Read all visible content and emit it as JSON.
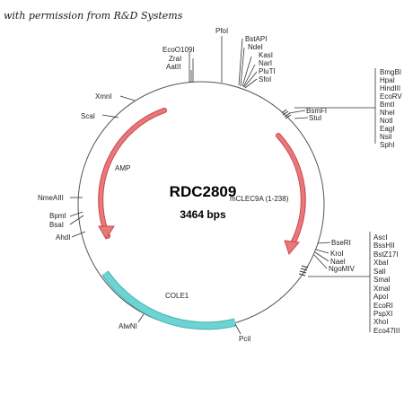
{
  "credit": "with permission from R&D Systems",
  "plasmid": {
    "name": "RDC2809",
    "size": "3464 bps"
  },
  "features": {
    "amp": "AMP",
    "insert": "mCLEC9A (1-238)",
    "ori": "COLE1"
  },
  "colors": {
    "arrow": "#e8787a",
    "arrow_stroke": "#c9474b",
    "ori": "#6ed3d2",
    "backbone": "#555555"
  },
  "sites": {
    "pfoi": "PfoI",
    "ecoo109i": "EcoO109I",
    "zrai": "ZraI",
    "aatii": "AatII",
    "bstapi": "BstAPI",
    "ndei": "NdeI",
    "kasi": "KasI",
    "nari": "NarI",
    "pluti": "PluTI",
    "sfoi": "SfoI",
    "xmni": "XmnI",
    "scai": "ScaI",
    "bsmfi": "BsmFI",
    "stui": "StuI",
    "nmeaiii": "NmeAIII",
    "bpmi": "BpmI",
    "bsai": "BsaI",
    "ahdi": "AhdI",
    "bseri": "BseRI",
    "kroi": "KroI",
    "naei": "NaeI",
    "ngomiv": "NgoMIV",
    "alwni": "AlwNI",
    "pcii": "PciI"
  },
  "mcs_top": [
    "BmgBI",
    "HpaI",
    "HindIII",
    "EcoRV",
    "BmtI",
    "NheI",
    "NotI",
    "EagI",
    "NsiI",
    "SphI"
  ],
  "mcs_bottom": [
    "AscI",
    "BssHII",
    "BstZ17I",
    "XbaI",
    "SalI",
    "SmaI",
    "XmaI",
    "ApoI",
    "EcoRI",
    "PspXI",
    "XhoI",
    "Eco47III"
  ]
}
